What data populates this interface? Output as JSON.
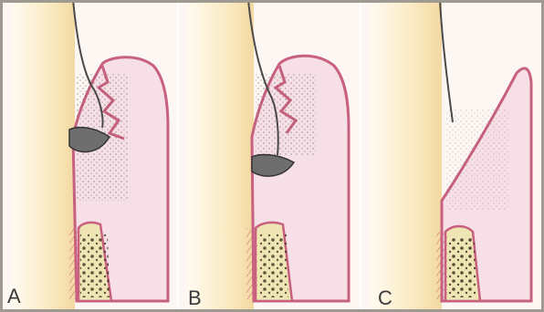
{
  "figure": {
    "panels": [
      {
        "id": "A",
        "label": "A"
      },
      {
        "id": "B",
        "label": "B"
      },
      {
        "id": "C",
        "label": "C"
      }
    ],
    "colors": {
      "background": "#fdf7f4",
      "tooth_enamel": "#f7e7c4",
      "gingiva_fill": "#f6dfe6",
      "gingiva_outline": "#c8607f",
      "bone_fill": "#efe4b3",
      "bone_dots": "#4a3b22",
      "instrument": "#5a5a5a",
      "frame": "#9e9a92"
    }
  }
}
